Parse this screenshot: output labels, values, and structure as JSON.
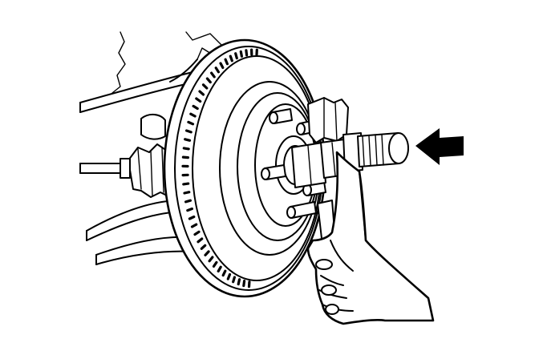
{
  "figure": {
    "background": "#ffffff",
    "line_color": "#000000",
    "parts": [
      "vehicle-body-edge",
      "drive-shaft",
      "cv-boot",
      "suspension-arm",
      "brake-disc-rotor",
      "wheel-hub",
      "wheel-studs",
      "brake-caliper",
      "socket-tool",
      "hand",
      "push-arrow"
    ],
    "arrow_direction": "left"
  }
}
